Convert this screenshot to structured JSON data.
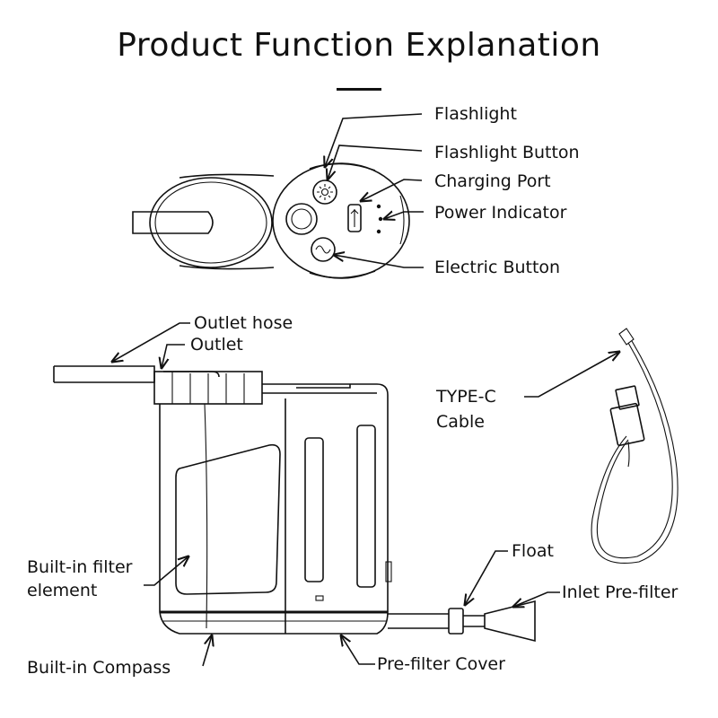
{
  "title": "Product Function Explanation",
  "labels": {
    "flashlight": "Flashlight",
    "flashlight_button": "Flashlight Button",
    "charging_port": "Charging Port",
    "power_indicator": "Power Indicator",
    "electric_button": "Electric Button",
    "outlet_hose": "Outlet hose",
    "outlet": "Outlet",
    "type_c_line1": "TYPE-C",
    "type_c_line2": "Cable",
    "builtin_filter_line1": "Built-in filter",
    "builtin_filter_line2": "element",
    "float": "Float",
    "inlet_prefilter": "Inlet Pre-filter",
    "builtin_compass": "Built-in Compass",
    "prefilter_cover": "Pre-filter Cover"
  }
}
